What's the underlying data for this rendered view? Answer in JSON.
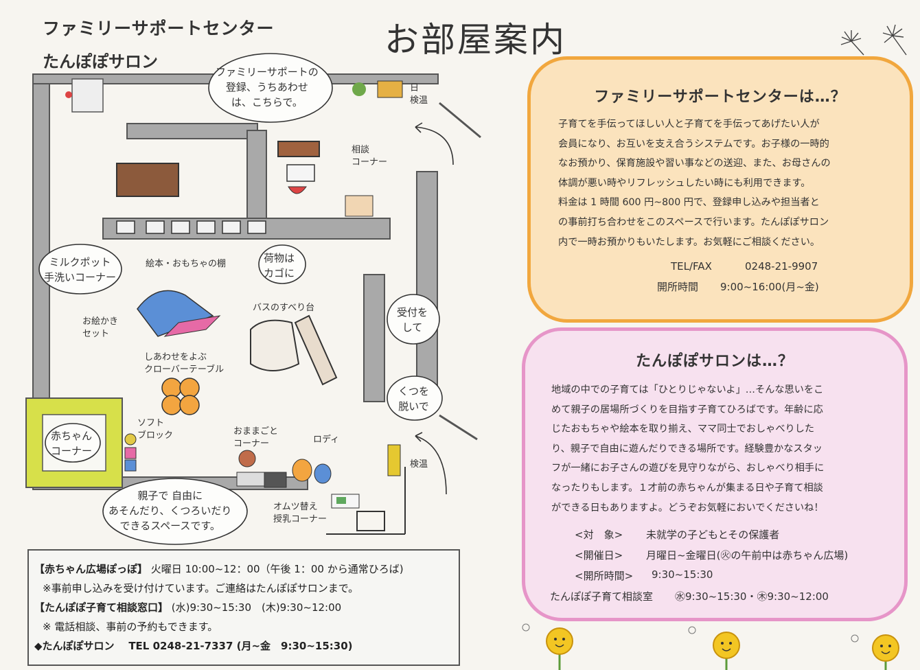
{
  "header": {
    "org_name": "ファミリーサポートセンター",
    "salon_name": "たんぽぽサロン",
    "page_title": "お部屋案内"
  },
  "map": {
    "bubble_registration": [
      "ファミリーサポートの",
      "登録、うちあわせ",
      "は、こちらで。"
    ],
    "bubble_milk": [
      "ミルクポット",
      "手洗いコーナー"
    ],
    "bubble_basket": [
      "荷物は",
      "カゴに"
    ],
    "bubble_reception": [
      "受付を",
      "して"
    ],
    "bubble_shoes": [
      "くつを",
      "脱いで"
    ],
    "bubble_free_space": [
      "親子で 自由に",
      "あそんだり、くつろいだり",
      "できるスペースです。"
    ],
    "bubble_baby_corner": [
      "赤ちゃん",
      "コーナー"
    ],
    "label_consult": [
      "相談",
      "コーナー"
    ],
    "label_picturebook_shelf": "絵本・おもちゃの棚",
    "label_drawing_set": [
      "お絵かき",
      "セット"
    ],
    "label_bus_slide": "バスのすべり台",
    "label_clover_table": [
      "しあわせをよぶ",
      "クローバーテーブル"
    ],
    "label_soft_block": [
      "ソフト",
      "ブロック"
    ],
    "label_play_house": [
      "おままごと",
      "コーナー"
    ],
    "label_rody": "ロディ",
    "label_diaper": [
      "オムツ替え",
      "授乳コーナー"
    ],
    "label_entrance_1": [
      "日",
      "検温"
    ],
    "label_entrance_2": "検温"
  },
  "fsc": {
    "title": "ファミリーサポートセンターは…？",
    "body": [
      "子育てを手伝ってほしい人と子育てを手伝ってあげたい人が",
      "会員になり、お互いを支え合うシステムです。お子様の一時的",
      "なお預かり、保育施設や習い事などの送迎、また、お母さんの",
      "体調が悪い時やリフレッシュしたい時にも利用できます。",
      "料金は 1 時間 600 円~800 円で、登録申し込みや担当者と",
      "の事前打ち合わせをこのスペースで行います。たんぽぽサロン",
      "内で一時お預かりもいたします。お気軽にご相談ください。"
    ],
    "tel_label": "TEL/FAX",
    "tel_value": "0248-21-9907",
    "hours_label": "開所時間",
    "hours_value": "9:00~16:00(月~金)"
  },
  "salon": {
    "title": "たんぽぽサロンは…？",
    "body": [
      "地域の中での子育ては「ひとりじゃないよ」…そんな思いをこ",
      "めて親子の居場所づくりを目指す子育てひろばです。年齢に応",
      "じたおもちゃや絵本を取り揃え、ママ同士でおしゃべりした",
      "り、親子で自由に遊んだりできる場所です。経験豊かなスタッ",
      "フが一緒にお子さんの遊びを見守りながら、おしゃべり相手に",
      "なったりもします。１才前の赤ちゃんが集まる日や子育て相談",
      "ができる日もありますよ。どうぞお気軽においでくださいね！"
    ],
    "target_label": "<対　象>",
    "target_value": "未就学の子どもとその保護者",
    "days_label": "<開催日>",
    "days_value": "月曜日~金曜日(㊋の午前中は赤ちゃん広場)",
    "hours_label": "<開所時間>",
    "hours_value": "9:30~15:30",
    "consult_label": "たんぽぽ子育て相談室",
    "consult_value": "㊌9:30~15:30・㊍9:30~12:00"
  },
  "notice": {
    "line1_title": "【赤ちゃん広場ぽっぽ】",
    "line1_text": "火曜日 10:00~12：00（午後 1：00 から通常ひろば)",
    "line2": "※事前申し込みを受け付けています。ご連絡はたんぽぽサロンまで。",
    "line3_title": "【たんぽぽ子育て相談窓口】",
    "line3_text": "(水)9:30~15:30　(木)9:30~12:00",
    "line4": "※ 電話相談、事前の予約もできます。",
    "line5_name": "◆たんぽぽサロン",
    "line5_tel": "TEL  0248-21-7337  (月~金　9:30~15:30)"
  },
  "colors": {
    "fsc_border": "#f1a73e",
    "fsc_fill": "#fbe3bd",
    "salon_border": "#e695c8",
    "salon_fill": "#f7e1ef",
    "wall": "#a9a9a9",
    "mat": "#d7e04a"
  },
  "icons": [
    "dandelion-seed-icon",
    "dandelion-flower-icon",
    "plant-icon",
    "arrow-icon"
  ]
}
